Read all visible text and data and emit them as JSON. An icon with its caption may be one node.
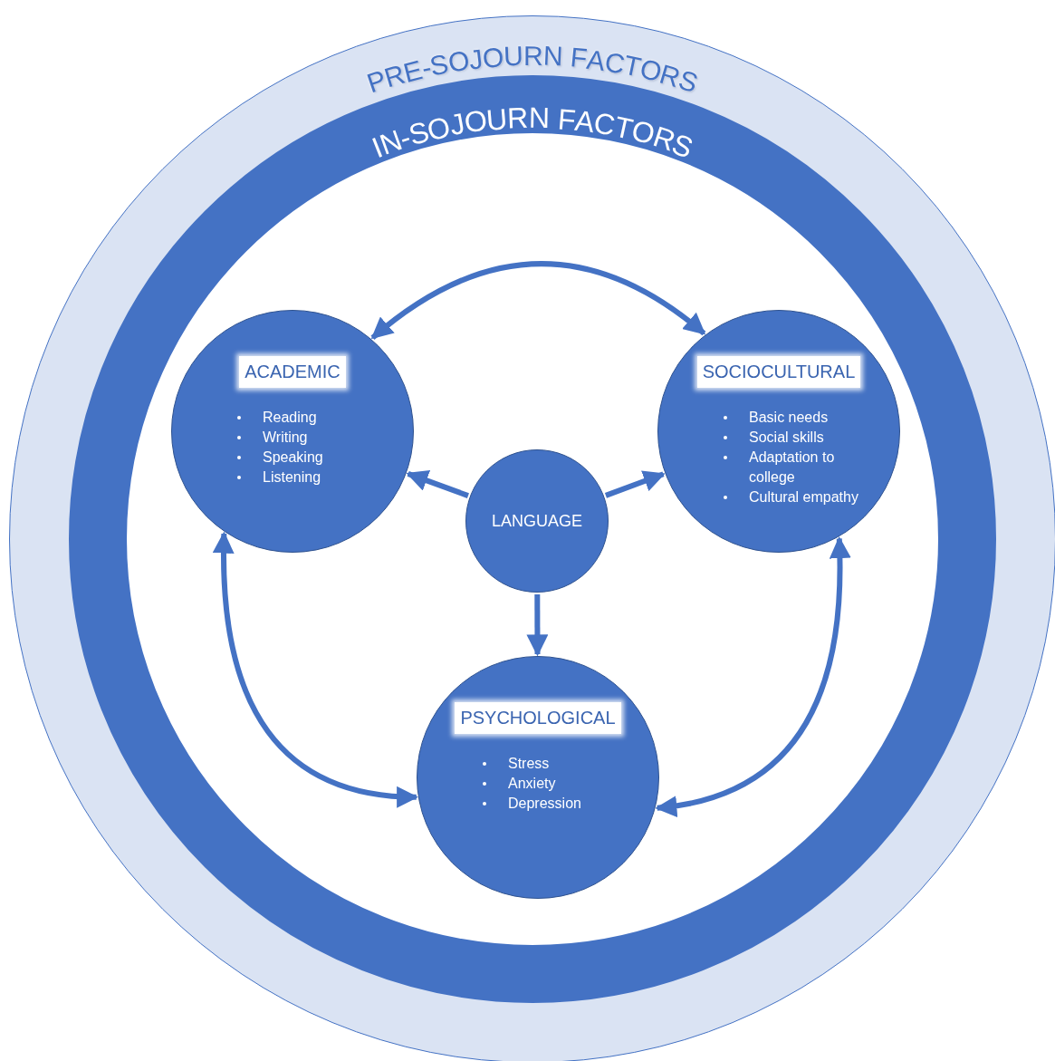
{
  "diagram": {
    "nodes": [
      {
        "text": [
          "PRE-SOJOURN FACTORS"
        ]
      },
      {
        "text": [
          "IN-SOJOURN FACTORS"
        ],
        "in": 0
      },
      {
        "text": [
          "ACADEMIC",
          "Reading",
          "Writing",
          "Speaking",
          "Listening"
        ],
        "in": 1
      },
      {
        "text": [
          "SOCIOCULTURAL",
          "Basic needs",
          "Social skills",
          "Adaptation to college",
          "Cultural empathy"
        ],
        "in": 1
      },
      {
        "text": [
          "LANGUAGE"
        ],
        "in": 1
      },
      {
        "text": [
          "PSYCHOLOGICAL",
          "Stress",
          "Anxiety",
          "Depression"
        ],
        "in": 1
      }
    ],
    "edges": [
      {
        "from": 2,
        "to": 3,
        "arrow": "both"
      },
      {
        "from": 4,
        "to": 2,
        "arrow": "to"
      },
      {
        "from": 4,
        "to": 3,
        "arrow": "to"
      },
      {
        "from": 4,
        "to": 5,
        "arrow": "to"
      },
      {
        "from": 2,
        "to": 5,
        "arrow": "both"
      },
      {
        "from": 3,
        "to": 5,
        "arrow": "both"
      }
    ]
  }
}
